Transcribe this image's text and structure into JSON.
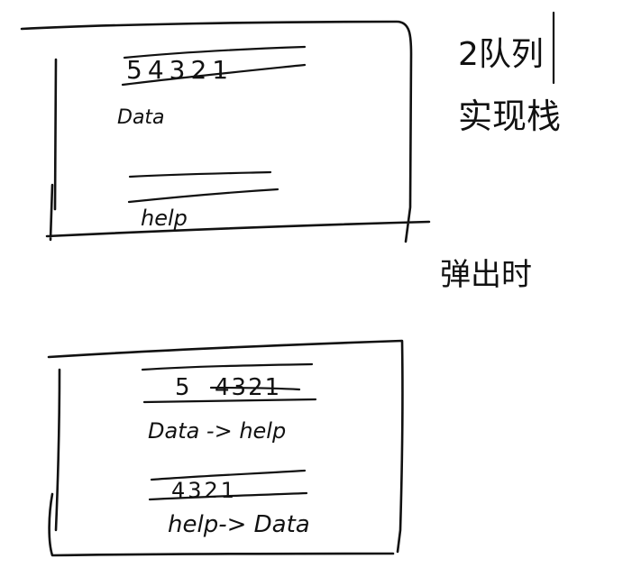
{
  "notes": {
    "title_line1": "2队列",
    "title_line2": "实现栈",
    "pop_note": "弹出时"
  },
  "top_panel": {
    "queue1_items": "54321",
    "queue1_label": "Data",
    "queue2_label": "help"
  },
  "bottom_panel": {
    "queue1_front": "5",
    "queue1_struck": "4321",
    "queue1_label": "Data -> help",
    "queue2_items": "4321",
    "queue2_label": "help-> Data"
  }
}
